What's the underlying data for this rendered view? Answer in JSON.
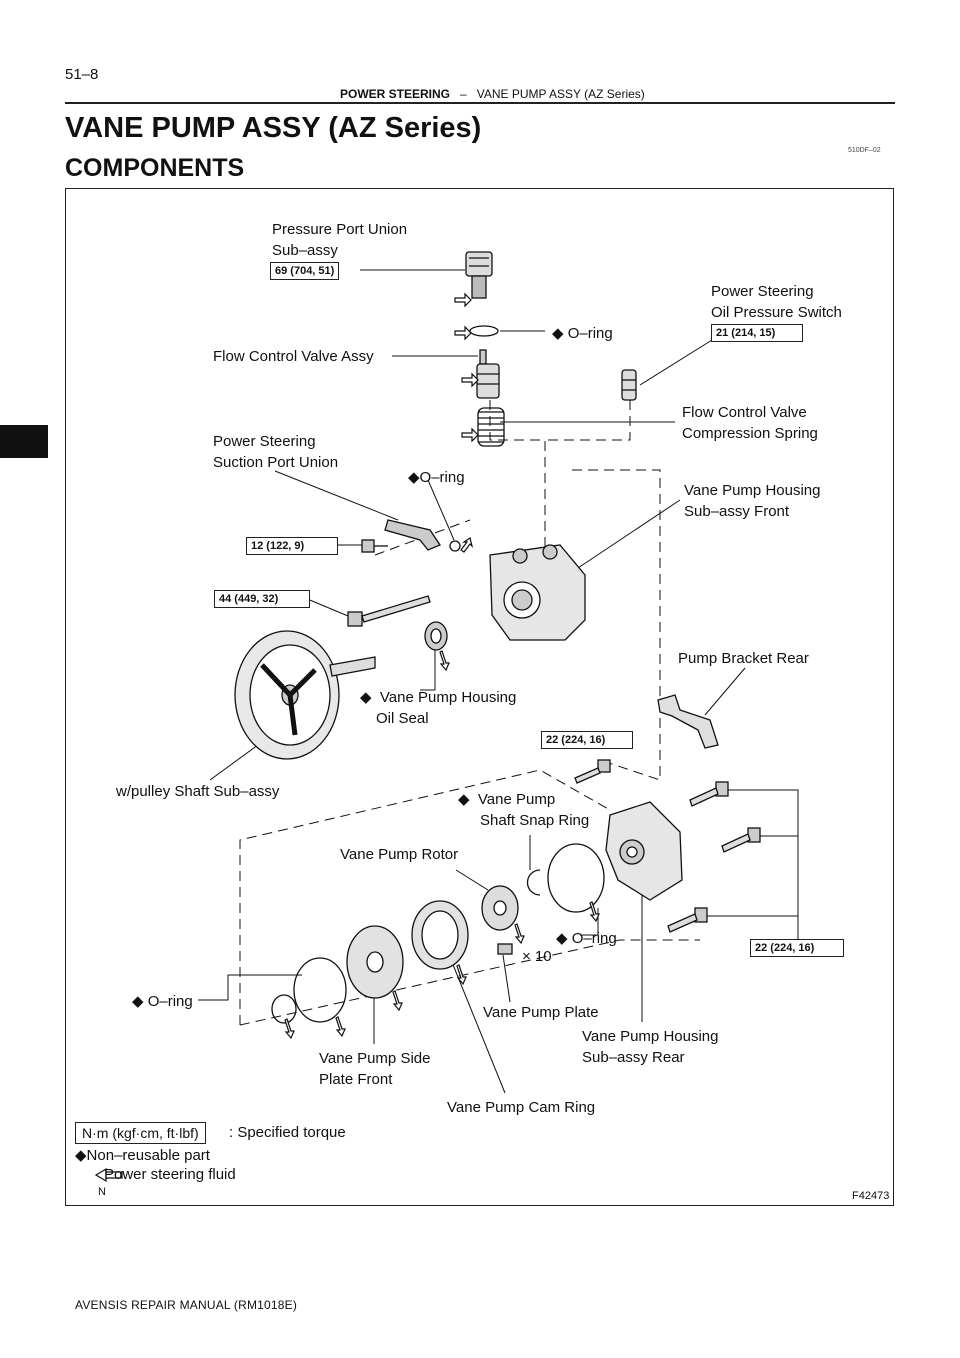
{
  "page": {
    "number": "51–8",
    "header_section": "POWER STEERING",
    "header_sep": "–",
    "header_topic": "VANE PUMP ASSY (AZ Series)",
    "title": "VANE PUMP ASSY (AZ Series)",
    "subtitle": "COMPONENTS",
    "code": "510DF–02",
    "figure_id": "F42473",
    "north_mark": "N",
    "footer": "AVENSIS REPAIR MANUAL   (RM1018E)"
  },
  "labels": {
    "pressure_port_union_1": "Pressure Port Union",
    "pressure_port_union_2": "Sub–assy",
    "ps_oil_pressure_switch_1": "Power Steering",
    "ps_oil_pressure_switch_2": "Oil Pressure Switch",
    "oring_top": "O–ring",
    "flow_control_valve_assy": "Flow Control Valve Assy",
    "fcv_spring_1": "Flow Control Valve",
    "fcv_spring_2": "Compression Spring",
    "ps_suction_port_1": "Power Steering",
    "ps_suction_port_2": "Suction Port Union",
    "oring_suction": "O–ring",
    "housing_front_1": "Vane Pump Housing",
    "housing_front_2": "Sub–assy Front",
    "pump_bracket_rear": "Pump Bracket Rear",
    "oil_seal_1": "Vane Pump Housing",
    "oil_seal_2": "Oil Seal",
    "pulley_shaft": "w/pulley Shaft Sub–assy",
    "snap_ring_1": "Vane Pump",
    "snap_ring_2": "Shaft Snap Ring",
    "rotor": "Vane Pump Rotor",
    "oring_rear": "O–ring",
    "times_ten": "× 10",
    "oring_left": "O–ring",
    "pump_plate": "Vane Pump Plate",
    "housing_rear_1": "Vane Pump Housing",
    "housing_rear_2": "Sub–assy Rear",
    "side_plate_1": "Vane Pump Side",
    "side_plate_2": "Plate Front",
    "cam_ring": "Vane Pump Cam Ring",
    "non_reusable_mark": "◆"
  },
  "torques": {
    "pressure_port_union": "69 (704, 51)",
    "oil_pressure_switch": "21 (214, 15)",
    "suction_port_union": "12 (122, 9)",
    "housing_bolt": "44 (449, 32)",
    "bracket_bolt": "22 (224, 16)",
    "rear_bolts": "22 (224, 16)"
  },
  "legend": {
    "torque_unit": "N·m (kgf·cm, ft·lbf)",
    "torque_desc": ": Specified torque",
    "non_reusable": "Non–reusable part",
    "fluid": "Power steering fluid"
  }
}
